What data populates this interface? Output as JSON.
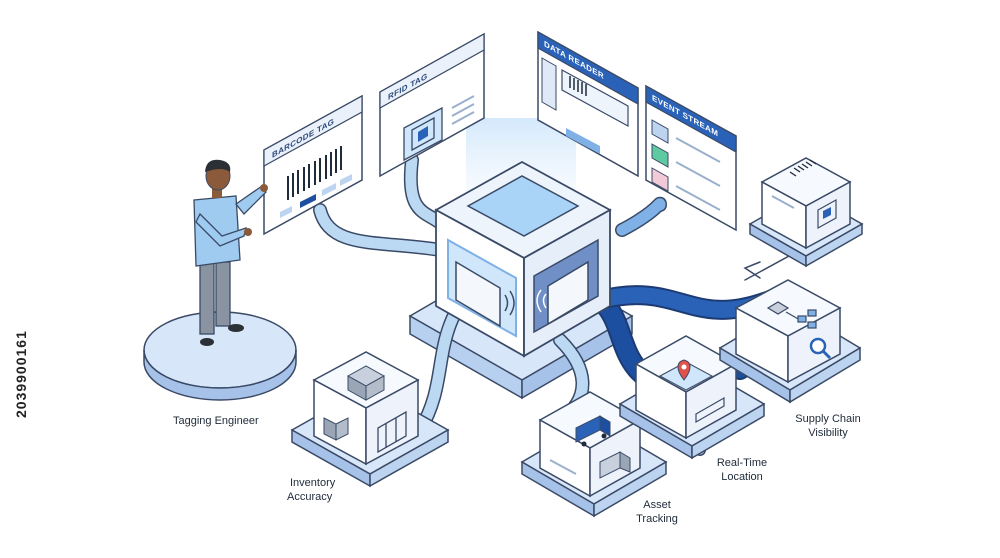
{
  "panels": {
    "barcode_tag": "BARCODE TAG",
    "rfid_tag": "RFID TAG",
    "data_reader": "DATA READER",
    "event_stream": "EVENT STREAM"
  },
  "labels": {
    "tagging_engineer": "Tagging Engineer",
    "inventory_accuracy": [
      "Inventory",
      "Accuracy"
    ],
    "asset_tracking": [
      "Asset",
      "Tracking"
    ],
    "real_time_location": [
      "Real-Time",
      "Location"
    ],
    "supply_chain_visibility": [
      "Supply Chain",
      "Visibility"
    ]
  },
  "stock_id": "2039900161",
  "colors": {
    "light_blue": "#bcd4ef",
    "mid_blue": "#7fb0e6",
    "dark_blue": "#1d4fa0",
    "outline": "#3a4a66",
    "accent_red": "#e0534a"
  },
  "icons": [
    "barcode-icon",
    "rfid-chip-icon",
    "box-icon",
    "truck-icon",
    "map-pin-icon",
    "magnifier-icon",
    "network-icon",
    "shelf-icon"
  ]
}
